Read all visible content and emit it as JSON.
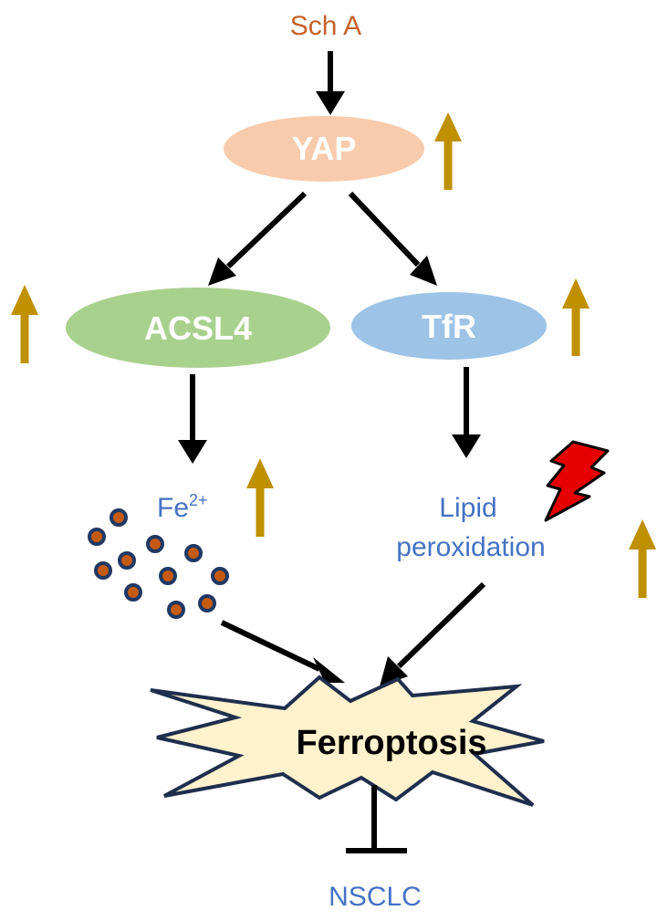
{
  "nodes": {
    "drug": "Sch A",
    "yap": "YAP",
    "acsl4": "ACSL4",
    "tfr": "TfR",
    "iron_base": "Fe",
    "iron_charge": "2+",
    "lipid_line1": "Lipid",
    "lipid_line2": "peroxidation",
    "ferroptosis": "Ferroptosis",
    "nsclc": "NSCLC"
  },
  "colors": {
    "drug_text": "#c5622a",
    "yap_fill": "#f8cbad",
    "acsl4_fill": "#a9d18e",
    "tfr_fill": "#9dc3e6",
    "node_text": "#ffffff",
    "blue_text": "#4472c4",
    "up_arrow": "#bf9000",
    "arrow": "#000000",
    "burst_fill": "#fff2cc",
    "burst_stroke": "#1f2e4d",
    "iron_dot": "#c55a11",
    "iron_ring": "#203864",
    "lightning": "#e60000"
  },
  "icons": {
    "up_arrows": "up-regulation-arrow-icon",
    "bolt": "lightning-bolt-icon",
    "iron": "iron-particle-icon"
  }
}
